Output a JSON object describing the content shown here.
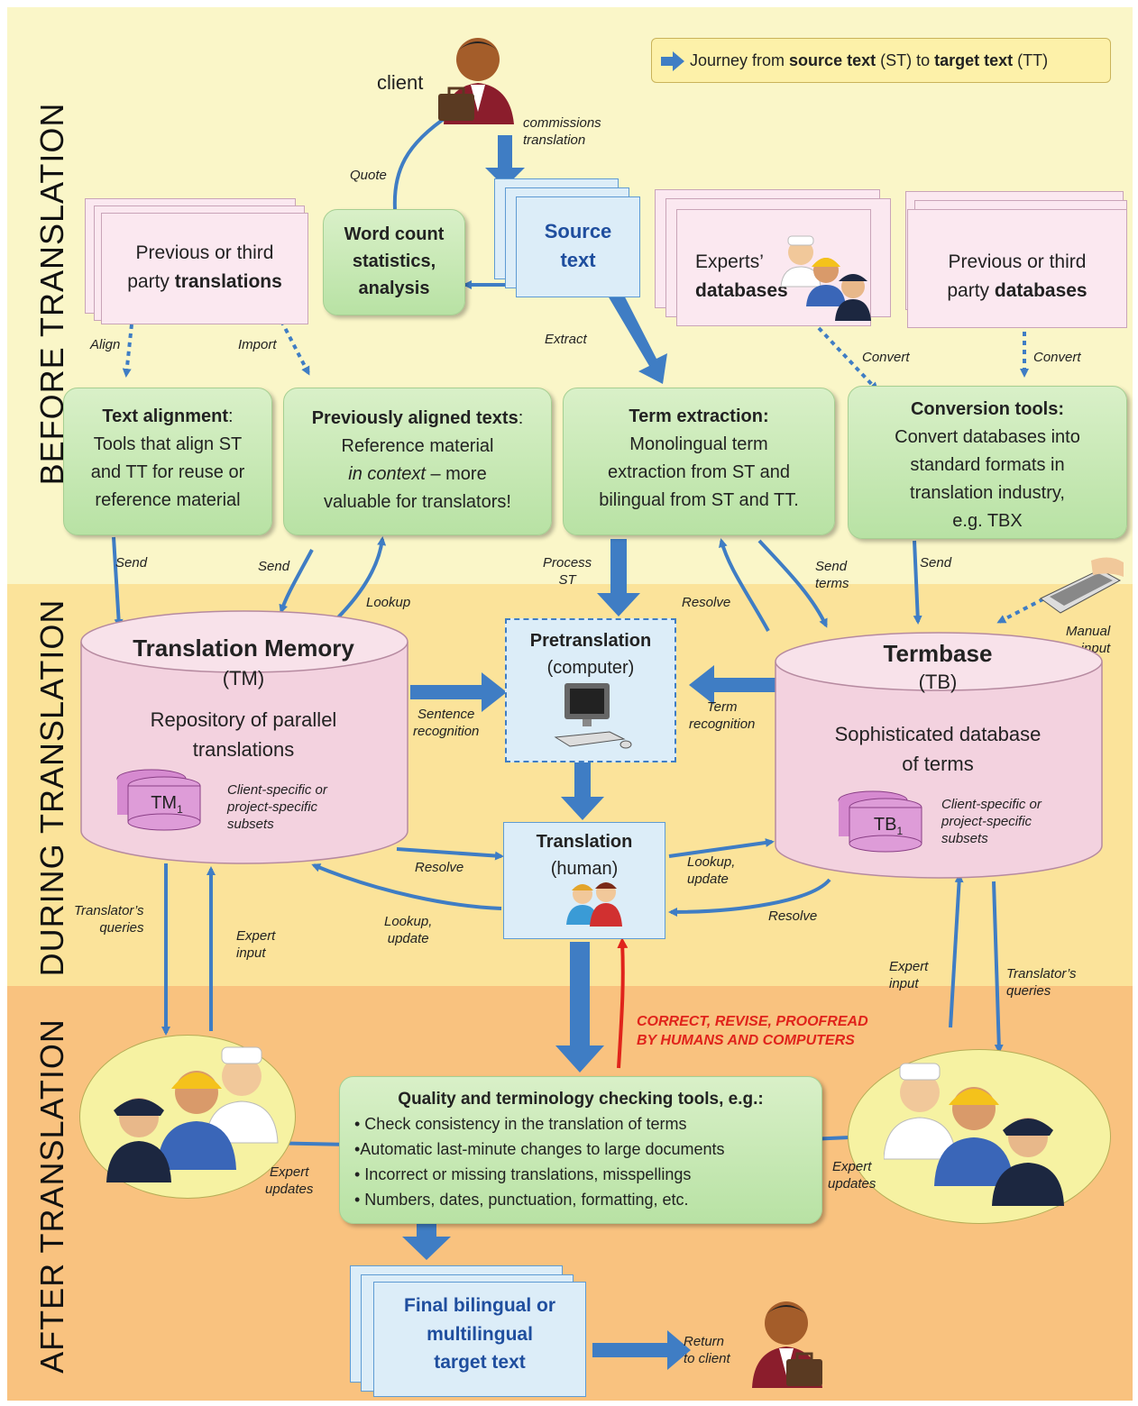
{
  "legend": {
    "prefix": "Journey from ",
    "bold1": "source text",
    "mid1": " (ST) to ",
    "bold2": "target text",
    "suffix": " (TT)"
  },
  "phases": {
    "before": "BEFORE TRANSLATION",
    "during": "DURING TRANSLATION",
    "after": "AFTER TRANSLATION"
  },
  "client_top": "client",
  "source_text": {
    "line1": "Source",
    "line2": "text"
  },
  "word_count": {
    "line1": "Word count",
    "line2": "statistics,",
    "line3": "analysis"
  },
  "prev_translations": {
    "line1": "Previous or third",
    "line2a": "party ",
    "line2b": "translations"
  },
  "experts_db": {
    "line1": "Experts’",
    "line2": "databases"
  },
  "prev_databases": {
    "line1": "Previous or third",
    "line2a": "party  ",
    "line2b": "databases"
  },
  "text_alignment": {
    "title": "Text alignment",
    "colon": ":",
    "body1": "Tools that align ST",
    "body2": "and TT for reuse or",
    "body3": "reference material"
  },
  "prev_aligned": {
    "title": "Previously aligned texts",
    "colon": ":",
    "body1": "Reference material",
    "body2a": "in context",
    "body2b": " – more",
    "body3": "valuable for translators!"
  },
  "term_extraction": {
    "title": "Term extraction:",
    "body1": "Monolingual term",
    "body2": "extraction from ST and",
    "body3": "bilingual from  ST and TT."
  },
  "conversion_tools": {
    "title": "Conversion tools:",
    "body1": "Convert databases into",
    "body2": "standard formats in",
    "body3": "translation industry,",
    "body4": "e.g. TBX"
  },
  "tm": {
    "title": "Translation Memory",
    "abbr": "(TM)",
    "desc1": "Repository of parallel",
    "desc2": "translations",
    "subset": "TM",
    "subset_sub": "1",
    "subset_note1": "Client-specific or",
    "subset_note2": "project-specific",
    "subset_note3": "subsets"
  },
  "tb": {
    "title": "Termbase",
    "abbr": "(TB)",
    "desc1": "Sophisticated database",
    "desc2": "of terms",
    "subset": "TB",
    "subset_sub": "1",
    "subset_note1": "Client-specific or",
    "subset_note2": "project-specific",
    "subset_note3": "subsets"
  },
  "pretranslation": {
    "title": "Pretranslation",
    "sub": "(computer)"
  },
  "translation": {
    "title": "Translation",
    "sub": "(human)"
  },
  "qa": {
    "title": "Quality and terminology checking tools, e.g.:",
    "items": [
      "• Check consistency in the translation of terms",
      "•Automatic last-minute changes to large documents",
      "• Incorrect or missing translations, misspellings",
      "• Numbers, dates, punctuation, formatting, etc."
    ]
  },
  "final": {
    "line1": "Final bilingual or",
    "line2": "multilingual",
    "line3": "target text"
  },
  "correct": {
    "line1": "CORRECT, REVISE, PROOFREAD",
    "line2": "BY HUMANS AND COMPUTERS"
  },
  "labels": {
    "commissions": [
      "commissions",
      "translation"
    ],
    "quote": "Quote",
    "extract": "Extract",
    "align": "Align",
    "import": "Import",
    "convert1": "Convert",
    "convert2": "Convert",
    "send1": "Send",
    "send2": "Send",
    "lookup": "Lookup",
    "process_st": [
      "Process",
      "ST"
    ],
    "resolve_top": "Resolve",
    "send_terms": [
      "Send",
      "terms"
    ],
    "send3": "Send",
    "manual_input": [
      "Manual",
      "input"
    ],
    "sentence_rec": [
      "Sentence",
      "recognition"
    ],
    "term_rec": [
      "Term",
      "recognition"
    ],
    "resolve_tm": "Resolve",
    "lookup_update_tm": [
      "Lookup,",
      "update"
    ],
    "lookup_update_tb": [
      "Lookup,",
      "update"
    ],
    "resolve_tb": "Resolve",
    "translators_queries_l": [
      "Translator’s",
      "queries"
    ],
    "expert_input_l": [
      "Expert",
      "input"
    ],
    "expert_input_r": [
      "Expert",
      "input"
    ],
    "translators_queries_r": [
      "Translator’s",
      "queries"
    ],
    "expert_updates_l": [
      "Expert",
      "updates"
    ],
    "expert_updates_r": [
      "Expert",
      "updates"
    ],
    "return": [
      "Return",
      "to client"
    ]
  }
}
